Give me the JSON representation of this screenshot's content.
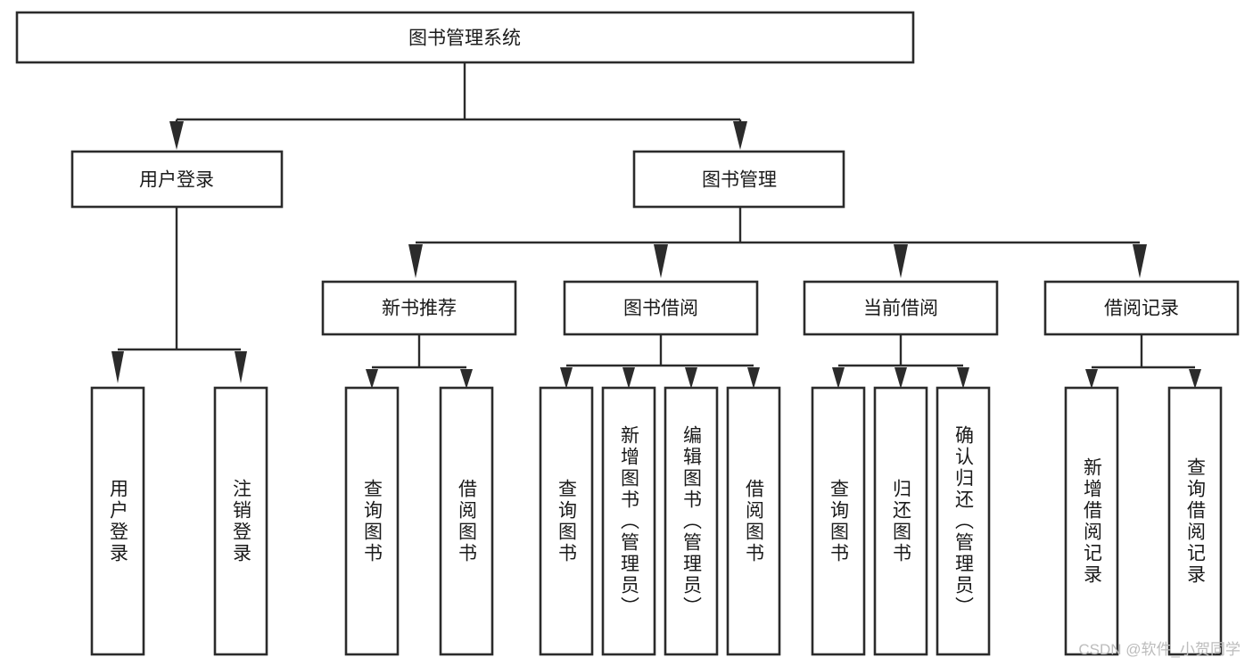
{
  "diagram": {
    "type": "tree-hierarchy",
    "title": "图书管理系统",
    "watermark": "CSDN @软件_小贺同学",
    "colors": {
      "box_stroke": "#2b2b2b",
      "box_fill": "#ffffff",
      "text": "#1a1a1a",
      "background": "#ffffff",
      "watermark": "#bcbcbc"
    },
    "root": {
      "label": "图书管理系统"
    },
    "level2": [
      {
        "label": "用户登录"
      },
      {
        "label": "图书管理"
      }
    ],
    "level3": [
      {
        "label": "新书推荐"
      },
      {
        "label": "图书借阅"
      },
      {
        "label": "当前借阅"
      },
      {
        "label": "借阅记录"
      }
    ],
    "leaves": {
      "user_login": [
        {
          "label": "用户登录"
        },
        {
          "label": "注销登录"
        }
      ],
      "new_book": [
        {
          "label": "查询图书"
        },
        {
          "label": "借阅图书"
        }
      ],
      "book_borrow": [
        {
          "label": "查询图书"
        },
        {
          "label": "新增图书（管理员）"
        },
        {
          "label": "编辑图书（管理员）"
        },
        {
          "label": "借阅图书"
        }
      ],
      "current_borrow": [
        {
          "label": "查询图书"
        },
        {
          "label": "归还图书"
        },
        {
          "label": "确认归还（管理员）"
        }
      ],
      "borrow_record": [
        {
          "label": "新增借阅记录"
        },
        {
          "label": "查询借阅记录"
        }
      ]
    }
  }
}
